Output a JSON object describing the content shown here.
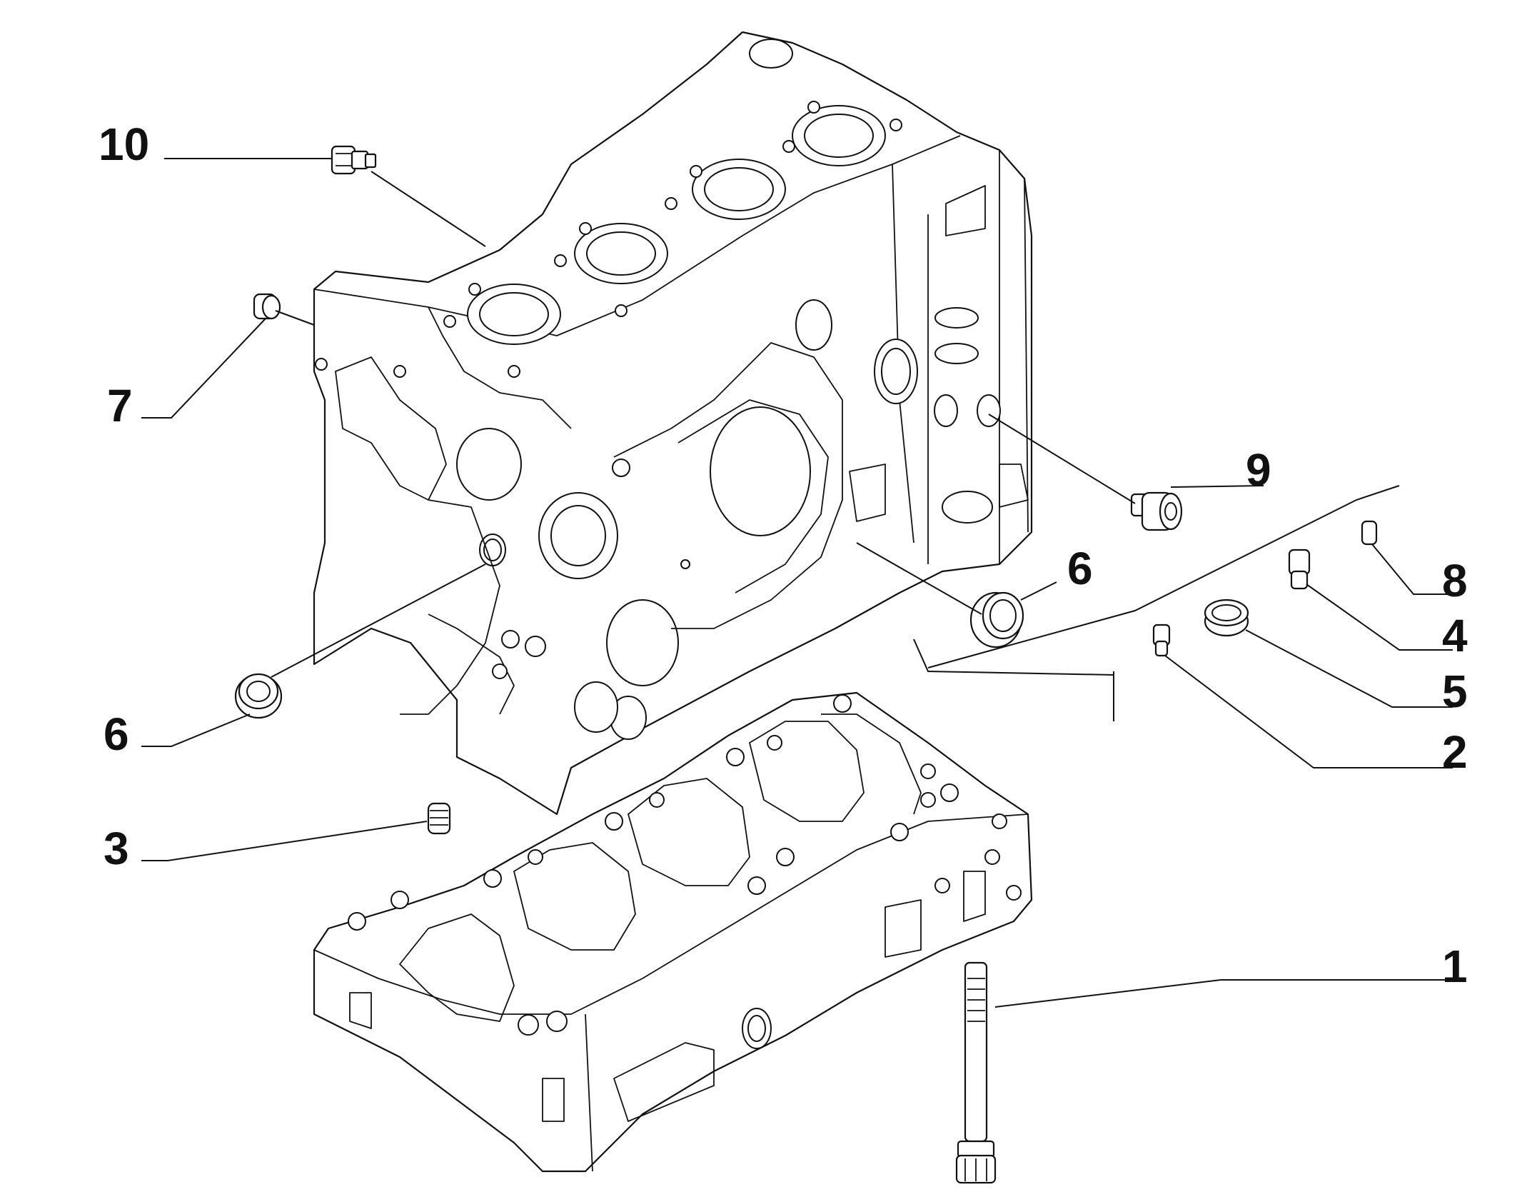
{
  "diagram": {
    "callouts": [
      {
        "id": "10",
        "label": "10"
      },
      {
        "id": "7",
        "label": "7"
      },
      {
        "id": "9",
        "label": "9"
      },
      {
        "id": "6a",
        "label": "6"
      },
      {
        "id": "8",
        "label": "8"
      },
      {
        "id": "4",
        "label": "4"
      },
      {
        "id": "5",
        "label": "5"
      },
      {
        "id": "6b",
        "label": "6"
      },
      {
        "id": "2",
        "label": "2"
      },
      {
        "id": "3",
        "label": "3"
      },
      {
        "id": "1",
        "label": "1"
      }
    ]
  }
}
